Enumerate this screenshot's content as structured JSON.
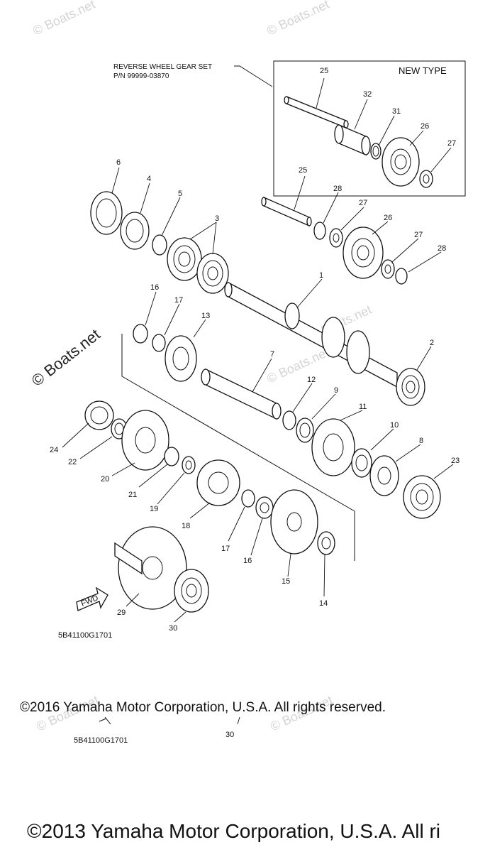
{
  "watermarks": [
    "© Boats.net",
    "© Boats.net",
    "© Boats.net",
    "© Boats.net",
    "© Boats.net",
    "© Boats.net"
  ],
  "main_watermark": "© Boats.net",
  "reverse_set": {
    "title": "REVERSE WHEEL GEAR SET",
    "part_number": "P/N 99999-03870",
    "new_type_label": "NEW TYPE"
  },
  "callouts": {
    "c1": "1",
    "c2": "2",
    "c3": "3",
    "c4": "4",
    "c5": "5",
    "c6": "6",
    "c7": "7",
    "c8": "8",
    "c9": "9",
    "c10": "10",
    "c11": "11",
    "c12": "12",
    "c13": "13",
    "c14": "14",
    "c15": "15",
    "c16a": "16",
    "c16b": "16",
    "c17a": "17",
    "c17b": "17",
    "c18": "18",
    "c19": "19",
    "c20": "20",
    "c21": "21",
    "c22": "22",
    "c23": "23",
    "c24": "24",
    "c25a": "25",
    "c25b": "25",
    "c26a": "26",
    "c26b": "26",
    "c27a": "27",
    "c27b": "27",
    "c27c": "27",
    "c28a": "28",
    "c28b": "28",
    "c29": "29",
    "c30a": "30",
    "c30b": "30",
    "c31": "31",
    "c32": "32"
  },
  "fwd_label": "FWD",
  "diagram_code": "5B41100G1701",
  "diagram_code_dup": "5B41100G1701",
  "copyright_main": "©2016 Yamaha Motor Corporation, U.S.A. All rights reserved.",
  "copyright_old": "©2013 Yamaha Motor Corporation, U.S.A. All ri"
}
